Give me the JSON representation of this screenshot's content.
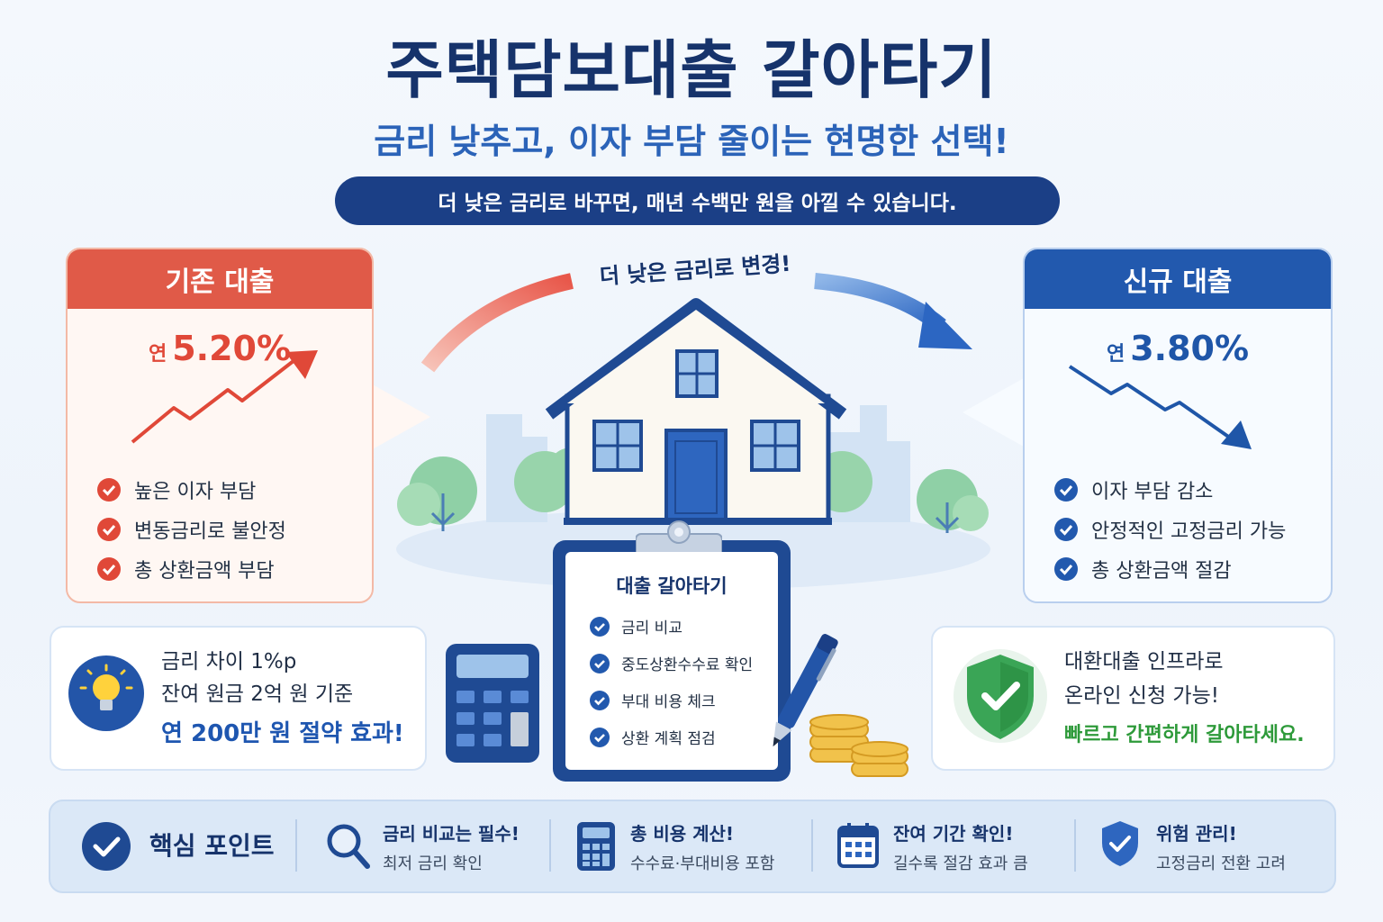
{
  "header": {
    "title": "주택담보대출 갈아타기",
    "subtitle": "금리 낮추고, 이자 부담 줄이는 현명한 선택!",
    "banner": "더 낮은 금리로 바꾸면, 매년 수백만 원을 아낄 수 있습니다."
  },
  "existing_loan": {
    "title": "기존 대출",
    "rate_prefix": "연",
    "rate": "5.20%",
    "items": [
      "높은 이자 부담",
      "변동금리로 불안정",
      "총 상환금액 부담"
    ],
    "color": "#e05a48"
  },
  "new_loan": {
    "title": "신규 대출",
    "rate_prefix": "연",
    "rate": "3.80%",
    "items": [
      "이자 부담 감소",
      "안정적인 고정금리 가능",
      "총 상환금액 절감"
    ],
    "color": "#2259ae"
  },
  "change_label": "더 낮은 금리로 변경!",
  "clipboard": {
    "title": "대출 갈아타기",
    "items": [
      "금리 비교",
      "중도상환수수료 확인",
      "부대 비용 체크",
      "상환 계획 점검"
    ]
  },
  "savings_info": {
    "icon": "lightbulb-icon",
    "line1": "금리 차이 1%p",
    "line2": "잔여 원금 2억 원 기준",
    "highlight": "연 200만 원 절약 효과!"
  },
  "online_info": {
    "icon": "shield-check-icon",
    "line1": "대환대출 인프라로",
    "line2": "온라인 신청 가능!",
    "highlight": "빠르고 간편하게 갈아타세요."
  },
  "key_points": {
    "label": "핵심 포인트",
    "items": [
      {
        "icon": "magnifier-icon",
        "title": "금리 비교는 필수!",
        "subtitle": "최저 금리 확인"
      },
      {
        "icon": "calculator-icon",
        "title": "총 비용 계산!",
        "subtitle": "수수료·부대비용 포함"
      },
      {
        "icon": "calendar-icon",
        "title": "잔여 기간 확인!",
        "subtitle": "길수록 절감 효과 큼"
      },
      {
        "icon": "shield-icon",
        "title": "위험 관리!",
        "subtitle": "고정금리 전환 고려"
      }
    ]
  }
}
